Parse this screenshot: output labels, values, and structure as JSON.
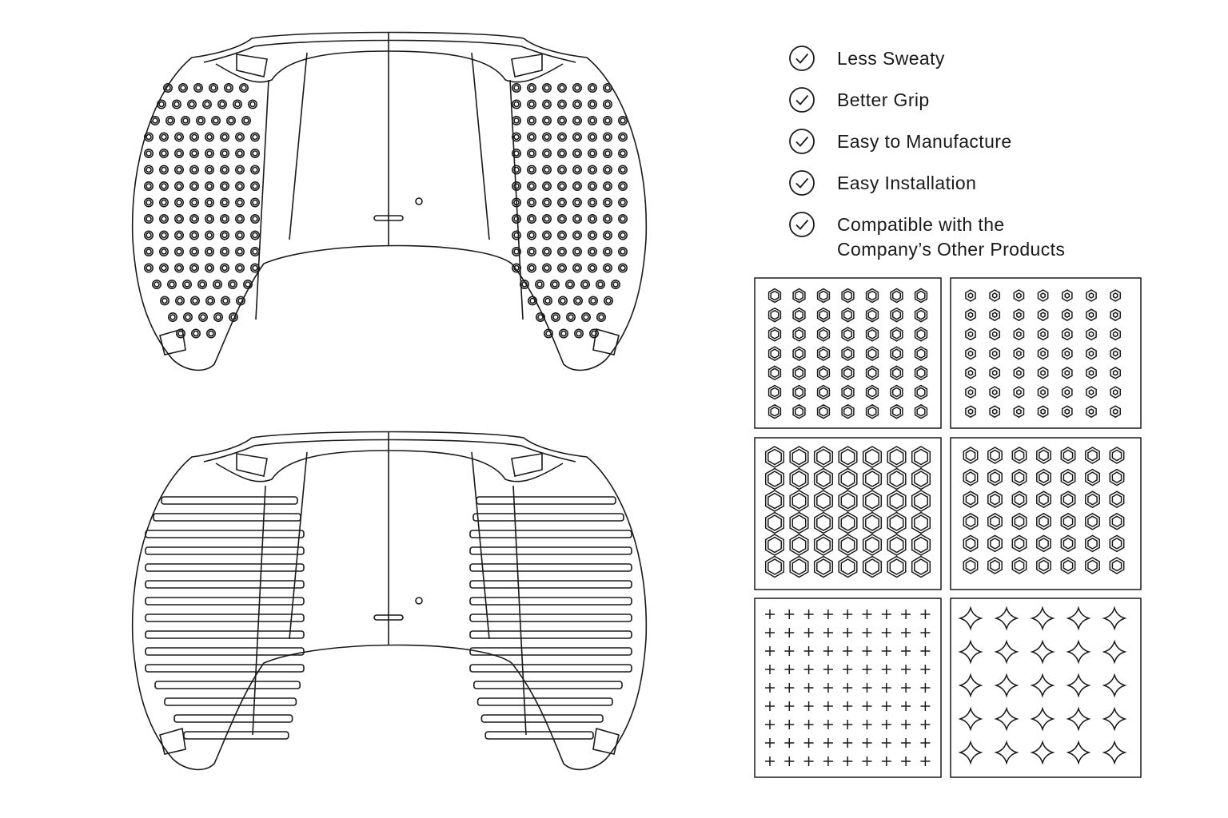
{
  "colors": {
    "background": "#ffffff",
    "line": "#1a1a1a"
  },
  "features": [
    {
      "label": "Less Sweaty",
      "icon": "check-circle-icon"
    },
    {
      "label": "Better Grip",
      "icon": "check-circle-icon"
    },
    {
      "label": "Easy to Manufacture",
      "icon": "check-circle-icon"
    },
    {
      "label": "Easy Installation",
      "icon": "check-circle-icon"
    },
    {
      "label": "Compatible with the\nCompany’s Other Products",
      "icon": "check-circle-icon"
    }
  ],
  "controllers": [
    {
      "texture": "dots"
    },
    {
      "texture": "ridges"
    }
  ],
  "swatches": [
    {
      "pattern": "hexagon-outline"
    },
    {
      "pattern": "hex-flower"
    },
    {
      "pattern": "hex-chain"
    },
    {
      "pattern": "nested-hexagon"
    },
    {
      "pattern": "plus-cross"
    },
    {
      "pattern": "four-point-star"
    }
  ]
}
